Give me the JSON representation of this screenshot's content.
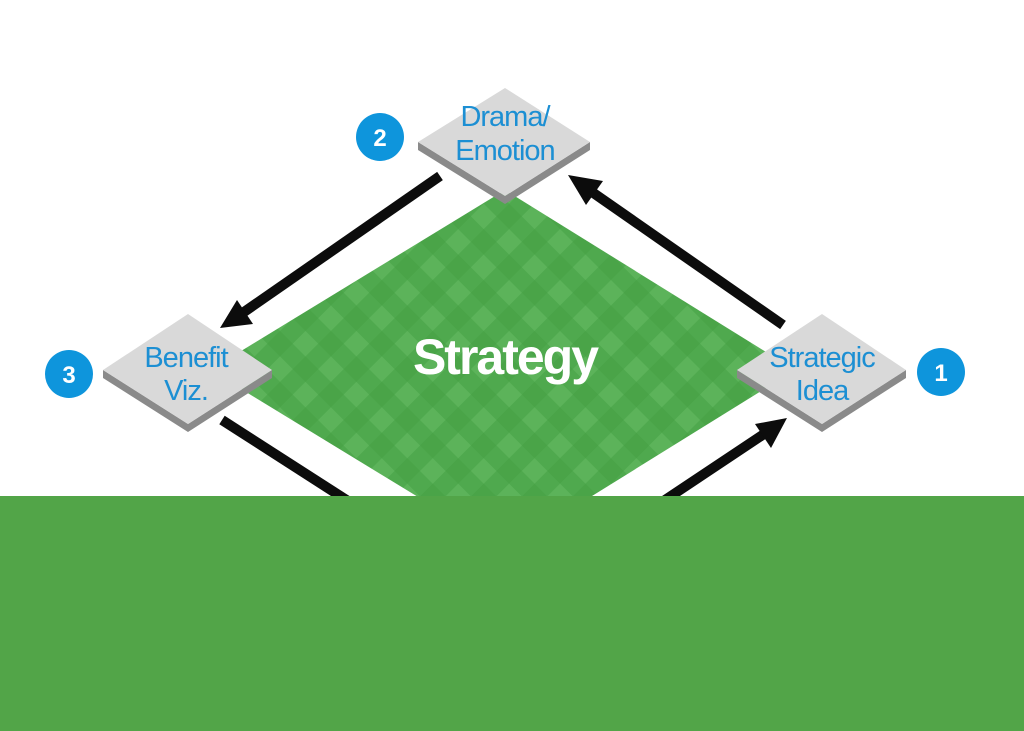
{
  "diagram": {
    "center_label": "Strategy",
    "nodes": [
      {
        "id": "strategic-idea",
        "number": "1",
        "lines": [
          "Strategic",
          "Idea"
        ]
      },
      {
        "id": "drama-emotion",
        "number": "2",
        "lines": [
          "Drama/",
          "Emotion"
        ]
      },
      {
        "id": "benefit-viz",
        "number": "3",
        "lines": [
          "Benefit",
          "Viz."
        ]
      }
    ],
    "colors": {
      "field_light": "#5cb35a",
      "field_dark": "#3f9641",
      "node_top": "#d9d9d9",
      "node_side": "#8a8a8a",
      "label_blue": "#1c8fd3",
      "badge_blue": "#0e95dc",
      "arrow": "#0c0c0c",
      "band": "#52a548"
    }
  }
}
